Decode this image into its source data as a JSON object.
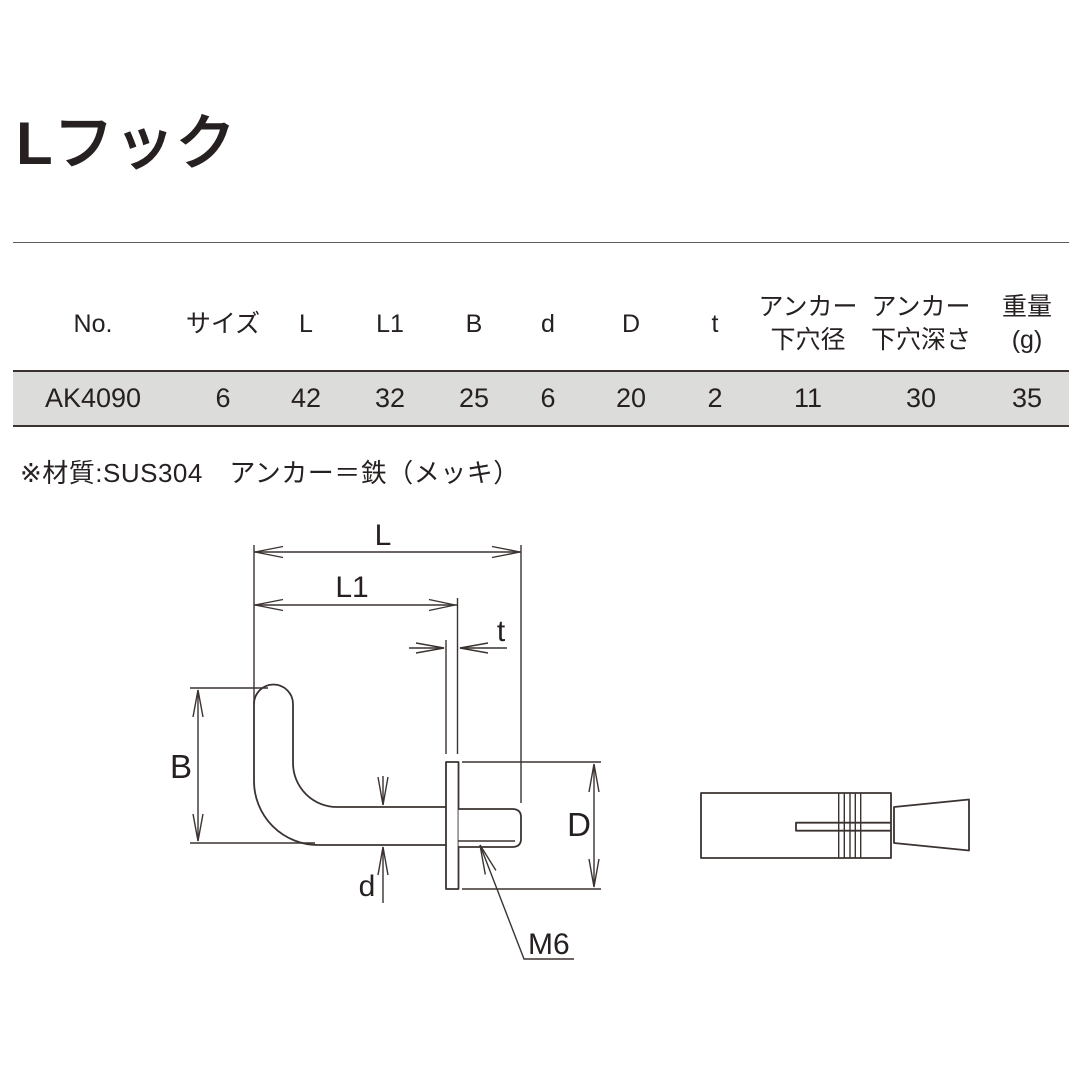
{
  "page": {
    "title": "Lフック",
    "material_note": "※材質:SUS304　アンカー＝鉄（メッキ）"
  },
  "table": {
    "headers": [
      {
        "line1": "No.",
        "line2": ""
      },
      {
        "line1": "サイズ",
        "line2": ""
      },
      {
        "line1": "L",
        "line2": ""
      },
      {
        "line1": "L1",
        "line2": ""
      },
      {
        "line1": "B",
        "line2": ""
      },
      {
        "line1": "d",
        "line2": ""
      },
      {
        "line1": "D",
        "line2": ""
      },
      {
        "line1": "t",
        "line2": ""
      },
      {
        "line1": "アンカー",
        "line2": "下穴径"
      },
      {
        "line1": "アンカー",
        "line2": "下穴深さ"
      },
      {
        "line1": "重量",
        "line2": "(g)"
      }
    ],
    "row_cells": [
      "AK4090",
      "6",
      "42",
      "32",
      "25",
      "6",
      "20",
      "2",
      "11",
      "30",
      "35"
    ]
  },
  "diagram": {
    "labels": {
      "L": "L",
      "L1": "L1",
      "t": "t",
      "B": "B",
      "d": "d",
      "D": "D",
      "M6": "M6"
    }
  },
  "colors": {
    "ink": "#262020",
    "line": "#3a3331",
    "row_bg": "#dcdcdb"
  }
}
